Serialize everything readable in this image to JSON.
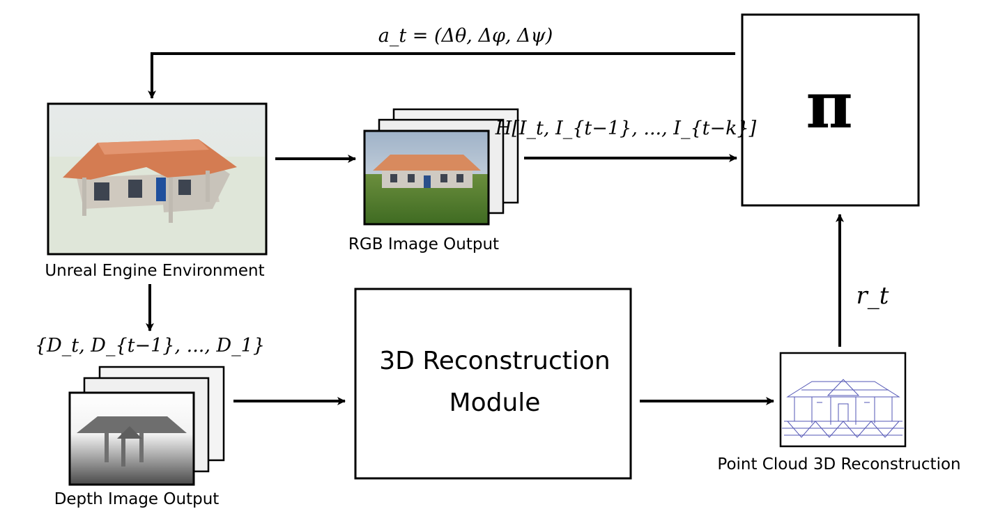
{
  "nodes": {
    "unreal": {
      "caption": "Unreal Engine Environment"
    },
    "rgb": {
      "caption": "RGB Image Output"
    },
    "depth": {
      "caption": "Depth Image Output"
    },
    "recon_module": {
      "line1": "3D Reconstruction",
      "line2": "Module"
    },
    "pointcloud": {
      "caption": "Point Cloud 3D Reconstruction"
    },
    "policy": {
      "symbol": "π"
    }
  },
  "edges": {
    "action": {
      "label": "a_t = (Δθ, Δφ, Δψ)"
    },
    "history": {
      "label": "H[I_t, I_{t−1}, ..., I_{t−k}]"
    },
    "depth_set": {
      "label": "{D_t, D_{t−1}, ..., D_1}"
    },
    "reward": {
      "label": "r_t"
    }
  },
  "colors": {
    "stroke": "#000000",
    "sky": "#dfe6e6",
    "ground_unreal": "#dde5d6",
    "roof": "#d9825a",
    "wall": "#cfcac2",
    "door": "#2a4f8a",
    "grass": "#4e7a2c",
    "pointcloud": "#2b2f9a"
  }
}
